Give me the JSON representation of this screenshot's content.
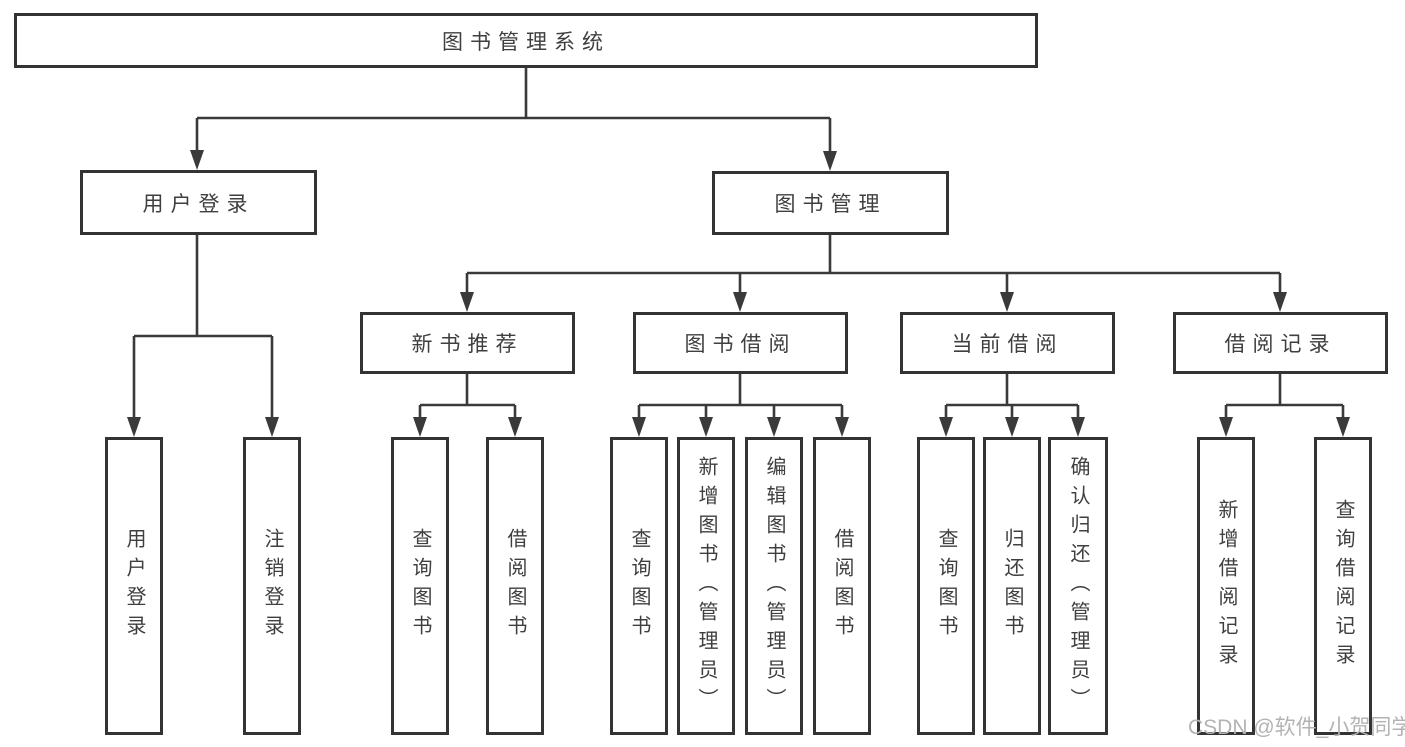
{
  "diagram_type": "function-structure-tree",
  "colors": {
    "border": "#333333",
    "line": "#3a3a3a",
    "text": "#3f3f3f",
    "watermark": "#b3b3b3"
  },
  "tree": {
    "label": "图书管理系统",
    "children": [
      {
        "label": "用户登录",
        "children": [
          {
            "label": "用户登录"
          },
          {
            "label": "注销登录"
          }
        ]
      },
      {
        "label": "图书管理",
        "children": [
          {
            "label": "新书推荐",
            "children": [
              {
                "label": "查询图书"
              },
              {
                "label": "借阅图书"
              }
            ]
          },
          {
            "label": "图书借阅",
            "children": [
              {
                "label": "查询图书"
              },
              {
                "label": "新增图书（管理员）"
              },
              {
                "label": "编辑图书（管理员）"
              },
              {
                "label": "借阅图书"
              }
            ]
          },
          {
            "label": "当前借阅",
            "children": [
              {
                "label": "查询图书"
              },
              {
                "label": "归还图书"
              },
              {
                "label": "确认归还（管理员）"
              }
            ]
          },
          {
            "label": "借阅记录",
            "children": [
              {
                "label": "新增借阅记录"
              },
              {
                "label": "查询借阅记录"
              }
            ]
          }
        ]
      }
    ]
  },
  "watermark": {
    "text": "CSDN @软件_小贺同学"
  }
}
